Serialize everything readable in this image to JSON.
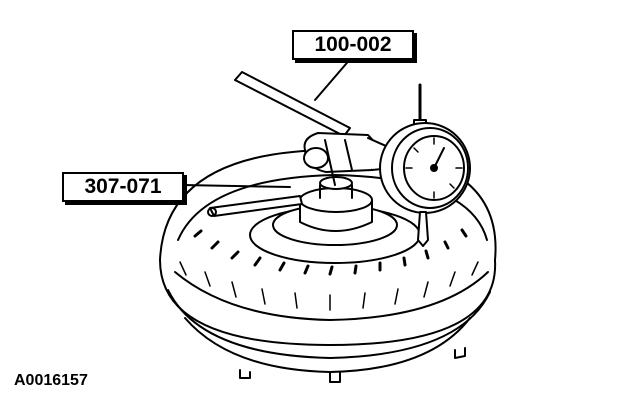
{
  "callouts": {
    "tool_a": "100-002",
    "tool_b": "307-071"
  },
  "figure_id": "A0016157",
  "colors": {
    "ink": "#000000",
    "paper": "#ffffff"
  }
}
